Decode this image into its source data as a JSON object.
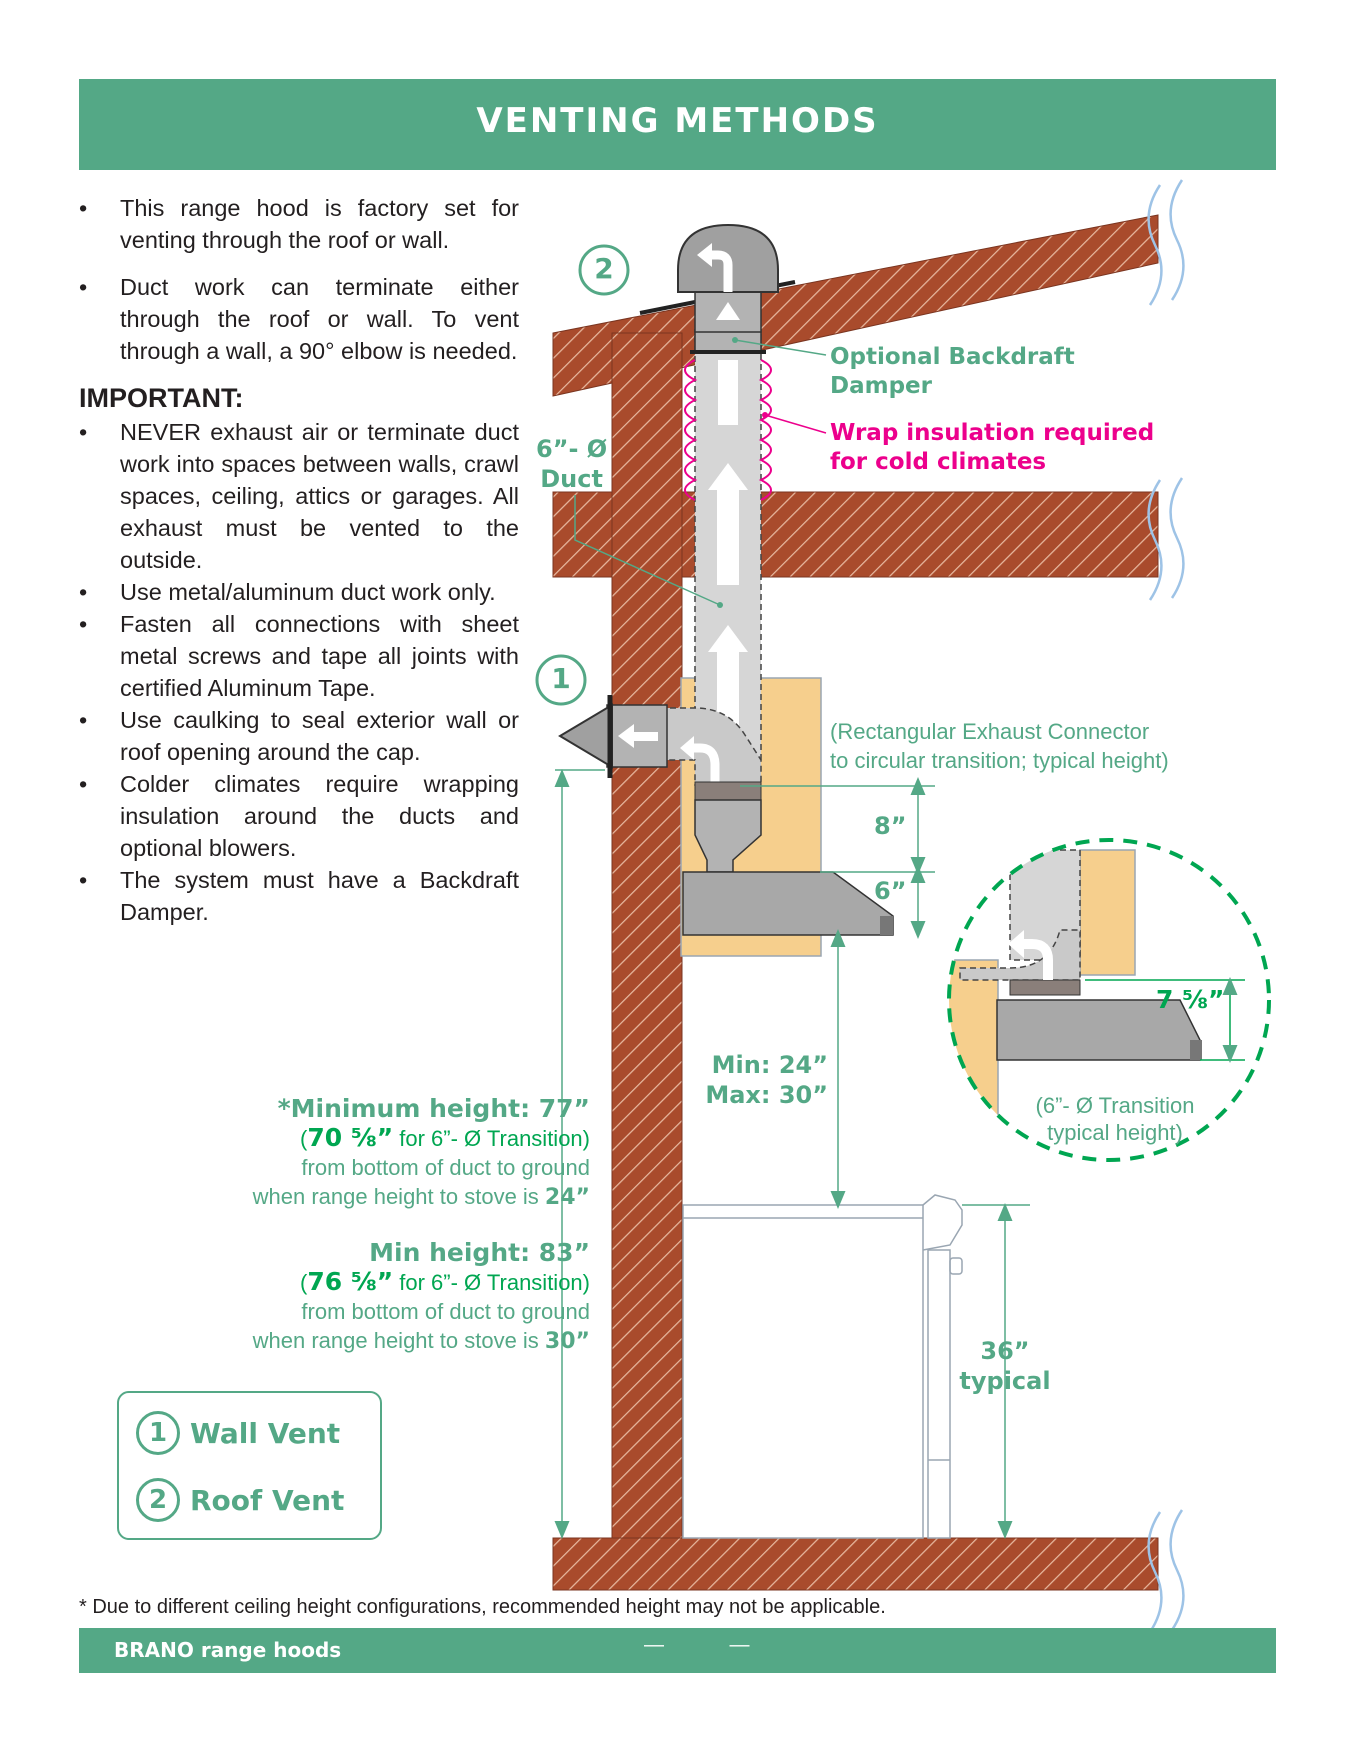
{
  "header": {
    "title": "VENTING METHODS"
  },
  "instructions": {
    "bullets_top": [
      "This range hood is factory set for venting through the roof or wall.",
      "Duct work can terminate either through the roof or wall. To vent through a wall, a 90° elbow is needed."
    ],
    "important_heading": "IMPORTANT:",
    "bullets_important": [
      "NEVER exhaust air or terminate duct work into spaces between walls, crawl spaces, ceiling, attics or garages. All exhaust must be vented to the outside.",
      "Use metal/aluminum duct work only.",
      "Fasten all connections with sheet metal screws and tape all joints with certified Aluminum Tape.",
      "Use caulking to seal exterior wall or roof opening around the cap.",
      "Colder climates require wrapping insulation around the ducts and optional blowers.",
      "The system must have a Backdraft Damper."
    ]
  },
  "diagram": {
    "marker_wall": "1",
    "marker_roof": "2",
    "damper_label_1": "Optional Backdraft",
    "damper_label_2": "Damper",
    "insulation_label_1": "Wrap insulation required",
    "insulation_label_2": "for cold climates",
    "duct_label_1": "6”- Ø",
    "duct_label_2": "Duct",
    "connector_label_1": "(Rectangular Exhaust Connector",
    "connector_label_2": "to circular transition; typical height)",
    "dim_8": "8”",
    "dim_6": "6”",
    "range_min": "Min: 24”",
    "range_max": "Max: 30”",
    "inset_dim": "7 ⅝”",
    "inset_label_1": "(6”- Ø Transition",
    "inset_label_2": "typical height)",
    "stove_height_1": "36”",
    "stove_height_2": "typical"
  },
  "heights": [
    {
      "title": "*Minimum height: 77”",
      "paren_open": "(",
      "transition_value": "70 ⅝”",
      "transition_text": " for 6”- Ø Transition)",
      "line1": "from bottom of duct to ground",
      "line2_text": "when range height to stove is ",
      "line2_value": "24”"
    },
    {
      "title": "Min height: 83”",
      "paren_open": "(",
      "transition_value": "76 ⅝”",
      "transition_text": " for 6”- Ø Transition)",
      "line1": "from bottom of duct to ground",
      "line2_text": "when range height to stove is ",
      "line2_value": "30”"
    }
  ],
  "legend": [
    {
      "num": "1",
      "label": "Wall Vent"
    },
    {
      "num": "2",
      "label": "Roof Vent"
    }
  ],
  "footnote": "* Due to different ceiling height configurations, recommended height may not be applicable.",
  "footer": {
    "brand": "BRANO range hoods",
    "page": "— —"
  },
  "colors": {
    "accent_green": "#54a886",
    "bright_green": "#00a651",
    "magenta": "#ec008c",
    "brick": "#a94b2c",
    "cabinet": "#f6cf8d",
    "metal": "#b3b3b3"
  }
}
